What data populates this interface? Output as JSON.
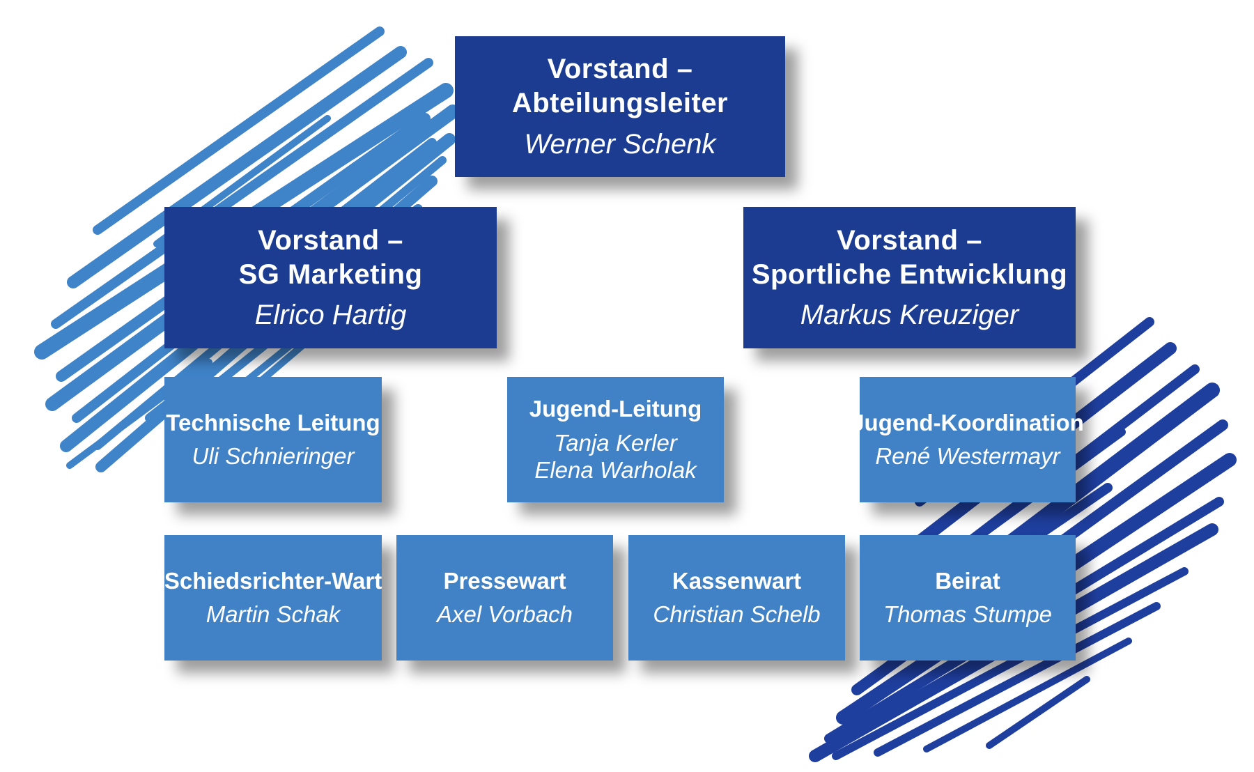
{
  "colors": {
    "dark_box": "#1c3c91",
    "light_box": "#4182c6",
    "scribble_light": "#3f83c8",
    "scribble_dark": "#1f3f9f",
    "text": "#ffffff"
  },
  "boxes": {
    "vorstand_abteilungsleiter": {
      "title_1": "Vorstand –",
      "title_2": "Abteilungsleiter",
      "name": "Werner Schenk"
    },
    "vorstand_marketing": {
      "title_1": "Vorstand –",
      "title_2": "SG Marketing",
      "name": "Elrico Hartig"
    },
    "vorstand_sport": {
      "title_1": "Vorstand –",
      "title_2": "Sportliche Entwicklung",
      "name": "Markus Kreuziger"
    },
    "technische_leitung": {
      "title": "Technische Leitung",
      "name": "Uli Schnieringer"
    },
    "jugend_leitung": {
      "title": "Jugend-Leitung",
      "name_1": "Tanja Kerler",
      "name_2": "Elena Warholak"
    },
    "jugend_koordination": {
      "title": "Jugend-Koordination",
      "name": "René Westermayr"
    },
    "schiedsrichter_wart": {
      "title": "Schiedsrichter-Wart",
      "name": "Martin Schak"
    },
    "pressewart": {
      "title": "Pressewart",
      "name": "Axel Vorbach"
    },
    "kassenwart": {
      "title": "Kassenwart",
      "name": "Christian Schelb"
    },
    "beirat": {
      "title": "Beirat",
      "name": "Thomas Stumpe"
    }
  }
}
